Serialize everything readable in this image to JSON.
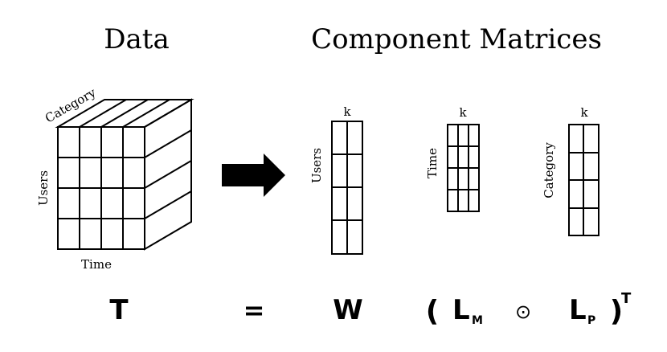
{
  "headings": {
    "data": "Data",
    "component": "Component Matrices"
  },
  "tensor": {
    "depth_label": "Category",
    "row_label": "Users",
    "column_label": "Time"
  },
  "matrices": {
    "users": {
      "rank_label": "k",
      "row_label": "Users"
    },
    "time": {
      "rank_label": "k",
      "row_label": "Time"
    },
    "category": {
      "rank_label": "k",
      "row_label": "Category"
    }
  },
  "equation": {
    "tensor": "T",
    "equals": "=",
    "w": "W",
    "open_paren": "(",
    "l_base": "L",
    "m_sub": "M",
    "odot": "⊙",
    "p_sub": "P",
    "close_paren": ")",
    "transpose": "T"
  },
  "colors": {
    "ink": "#000000",
    "background": "#ffffff"
  },
  "icons": {
    "arrow": "right-arrow-icon"
  }
}
